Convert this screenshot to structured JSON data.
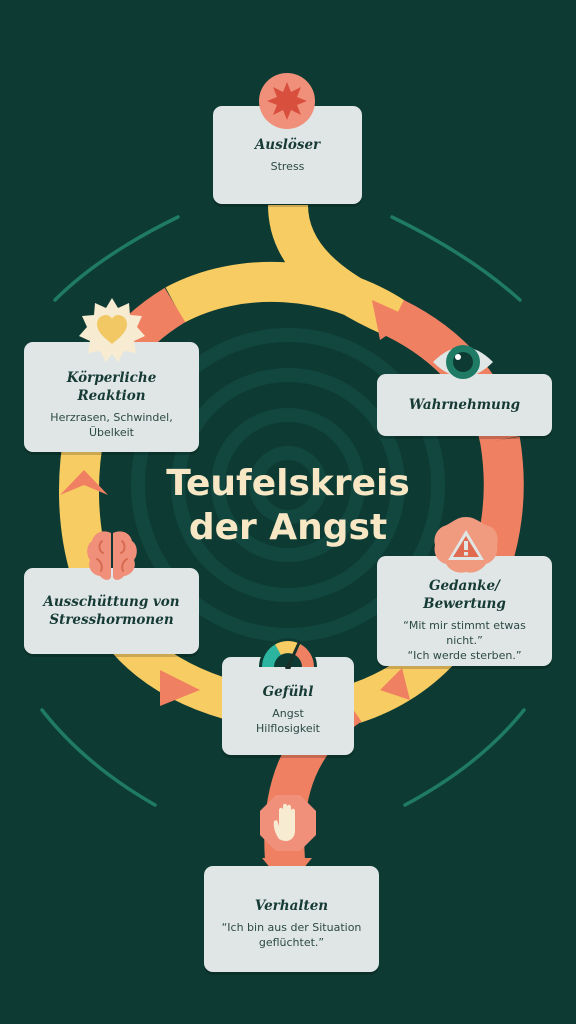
{
  "title": {
    "line1": "Teufelskreis",
    "line2": "der Angst"
  },
  "colors": {
    "background": "#0d3b33",
    "card": "#dfe6e5",
    "loop_yellow": "#f7cc62",
    "loop_orange": "#f08062",
    "title": "#f7e7c4",
    "accent_teal": "#1f7a66"
  },
  "nodes": {
    "ausloeser": {
      "title": "Auslöser",
      "desc": "Stress",
      "icon": "starburst-icon"
    },
    "wahrnehmung": {
      "title": "Wahrnehmung",
      "icon": "eye-icon"
    },
    "gedanke": {
      "title": "Gedanke/\nBewertung",
      "desc": "“Mit mir stimmt etwas nicht.”\n“Ich werde sterben.”",
      "icon": "warning-icon"
    },
    "gefuehl": {
      "title": "Gefühl",
      "desc": "Angst\nHilflosigkeit",
      "icon": "gauge-icon"
    },
    "stresshormone": {
      "title": "Ausschüttung von\nStresshormonen",
      "icon": "brain-icon"
    },
    "koerper": {
      "title": "Körperliche\nReaktion",
      "desc": "Herzrasen, Schwindel,\nÜbelkeit",
      "icon": "heart-badge-icon"
    },
    "verhalten": {
      "title": "Verhalten",
      "desc": "“Ich bin aus der Situation\ngeflüchtet.”",
      "icon": "stop-hand-icon"
    }
  }
}
